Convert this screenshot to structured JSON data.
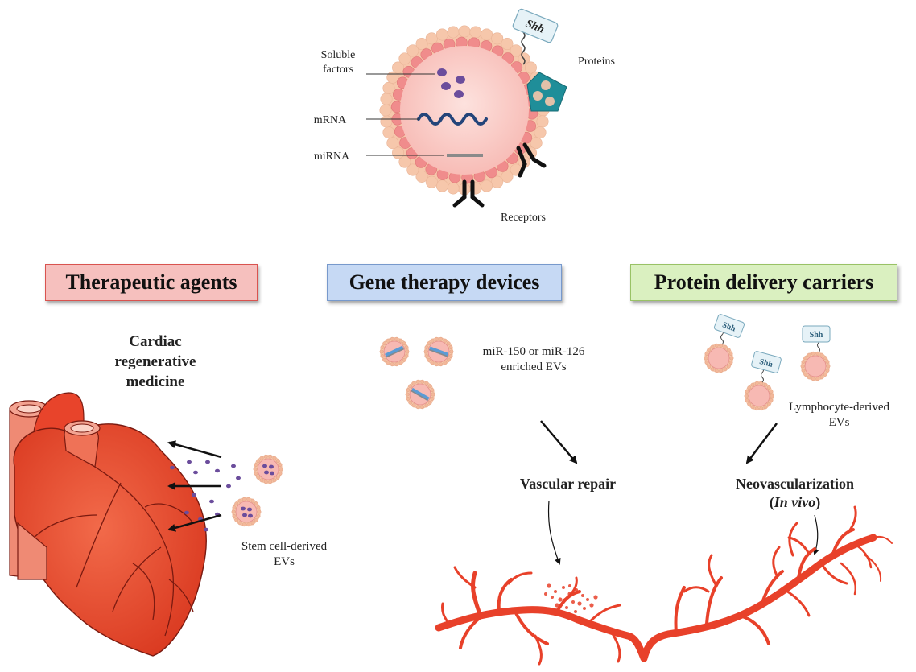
{
  "vesicle": {
    "labels": {
      "soluble": "Soluble",
      "factors": "factors",
      "mrna": "mRNA",
      "mirna": "miRNA",
      "proteins": "Proteins",
      "receptors": "Receptors",
      "shh": "Shh"
    }
  },
  "categories": [
    {
      "label": "Therapeutic agents",
      "color": "#f6c0be"
    },
    {
      "label": "Gene therapy devices",
      "color": "#c6d9f4"
    },
    {
      "label": "Protein delivery carriers",
      "color": "#daf0c0"
    }
  ],
  "therapeutic": {
    "title_lines": [
      "Cardiac",
      "regenerative",
      "medicine"
    ],
    "ev_label_lines": [
      "Stem cell-derived",
      "EVs"
    ]
  },
  "gene": {
    "ev_label_lines": [
      "miR-150 or miR-126",
      "enriched EVs"
    ],
    "outcome": "Vascular repair"
  },
  "protein": {
    "ev_label_lines": [
      "Lymphocyte-derived",
      "EVs"
    ],
    "outcome_line1": "Neovascularization",
    "outcome_paren_open": "(",
    "outcome_italic": "In vivo",
    "outcome_paren_close": ")",
    "shh_label": "Shh"
  },
  "colors": {
    "vessel": "#e8412a",
    "heart": "#e8442b",
    "membrane_outer": "#f6c7ab",
    "membrane_inner": "#f08c8c",
    "vesicle_fill": "#fbd0cd",
    "factor_dot": "#6b4d9c",
    "mrna": "#24457a",
    "protein_teal": "#1f8e99"
  }
}
